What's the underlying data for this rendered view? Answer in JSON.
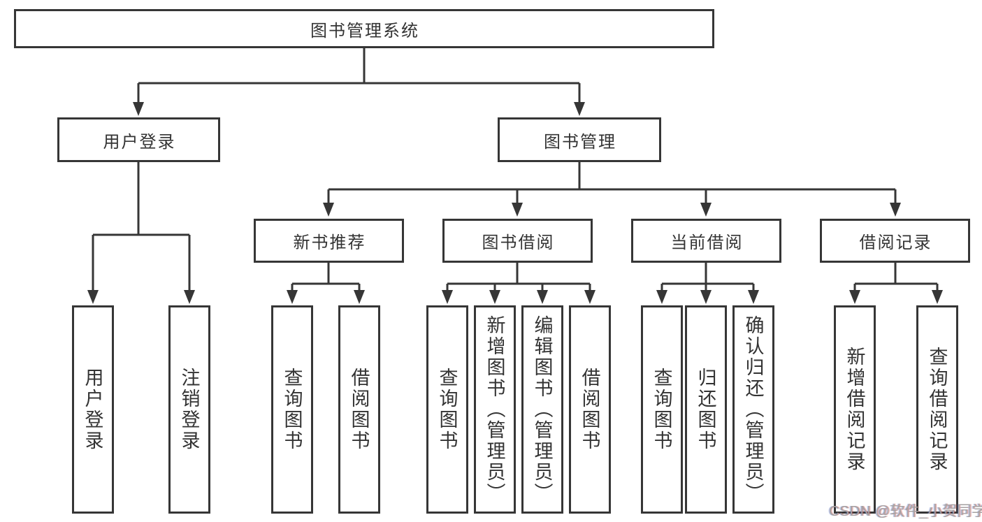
{
  "diagram": {
    "root": {
      "label": "图书管理系统"
    },
    "branches": [
      {
        "label": "用户登录",
        "leaves": [
          {
            "label": "用户登录"
          },
          {
            "label": "注销登录"
          }
        ]
      },
      {
        "label": "图书管理",
        "groups": [
          {
            "label": "新书推荐",
            "leaves": [
              {
                "label": "查询图书"
              },
              {
                "label": "借阅图书"
              }
            ]
          },
          {
            "label": "图书借阅",
            "leaves": [
              {
                "label": "查询图书"
              },
              {
                "label": "新增图书（管理员）"
              },
              {
                "label": "编辑图书（管理员）"
              },
              {
                "label": "借阅图书"
              }
            ]
          },
          {
            "label": "当前借阅",
            "leaves": [
              {
                "label": "查询图书"
              },
              {
                "label": "归还图书"
              },
              {
                "label": "确认归还（管理员）"
              }
            ]
          },
          {
            "label": "借阅记录",
            "leaves": [
              {
                "label": "新增借阅记录"
              },
              {
                "label": "查询借阅记录"
              }
            ]
          }
        ]
      }
    ]
  },
  "watermark": {
    "text": "CSDN @软件_小贺同学"
  },
  "colors": {
    "line": "#363636",
    "text": "#333333",
    "watermark": "#a5a1a1"
  }
}
